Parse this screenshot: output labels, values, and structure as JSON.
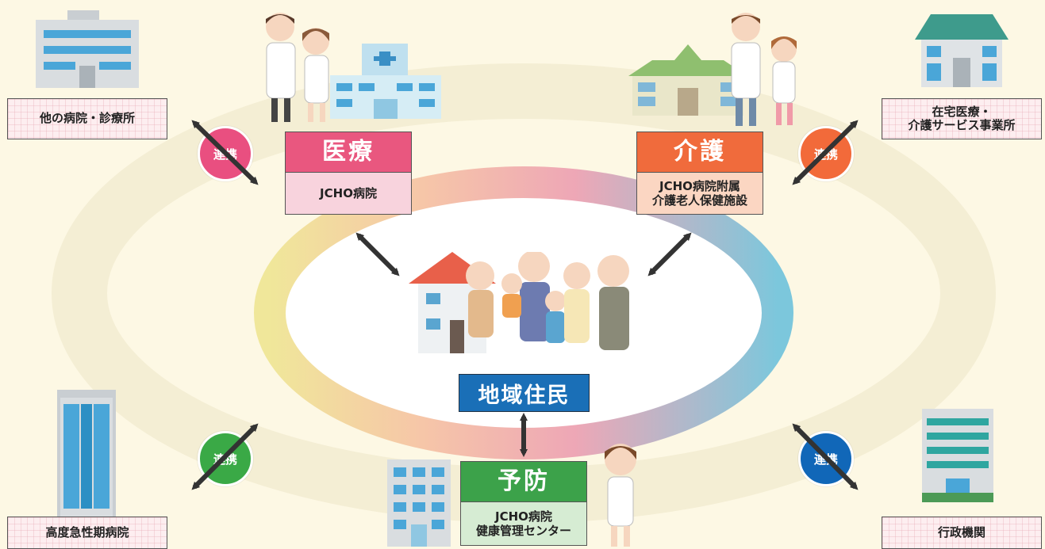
{
  "resident_label": "地域住民",
  "badge_label": "連携",
  "services": {
    "medical": {
      "title": "医療",
      "sub": "JCHO病院"
    },
    "care": {
      "title": "介護",
      "sub": "JCHO病院附属\n介護老人保健施設"
    },
    "prevention": {
      "title": "予防",
      "sub": "JCHO病院\n健康管理センター"
    }
  },
  "partners": {
    "top_left": "他の病院・診療所",
    "top_right": "在宅医療・\n介護サービス事業所",
    "bottom_left": "高度急性期病院",
    "bottom_right": "行政機関"
  },
  "colors": {
    "medical": "#e9577f",
    "care": "#f06b3c",
    "prevention": "#3ca24a",
    "resident": "#1a6fb7",
    "badge_pink": "#e94f80",
    "badge_orange": "#f26a3a",
    "badge_green": "#3aa946",
    "badge_blue": "#1167b8"
  }
}
